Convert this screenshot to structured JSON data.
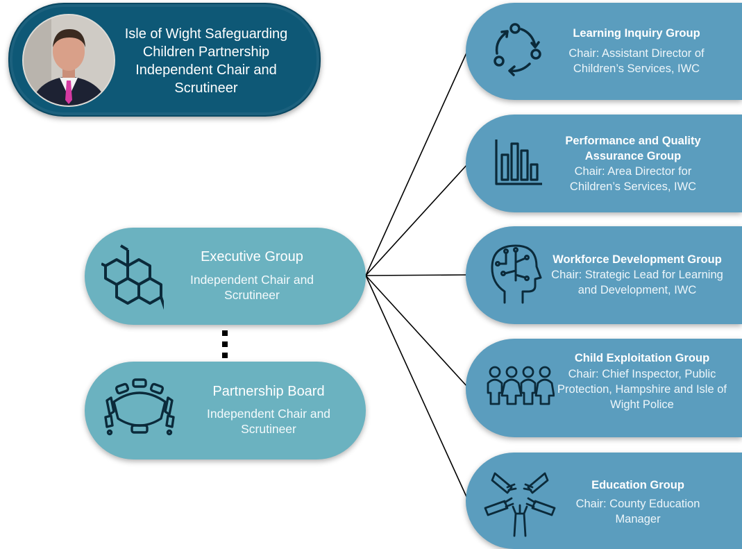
{
  "colors": {
    "chair_bg": "#0e5876",
    "teal_pill": "#6bb2c0",
    "blue_pill": "#5b9dbe",
    "icon_stroke": "#0b2a3a",
    "connector": "#000000"
  },
  "chair": {
    "title": "Isle of Wight Safeguarding Children Partnership Independent Chair and Scrutineer",
    "photo": "chair-portrait"
  },
  "executive": {
    "title": "Executive Group",
    "subtitle": "Independent Chair and Scrutineer",
    "icon": "hexagon-network-icon"
  },
  "board": {
    "title": "Partnership Board",
    "subtitle": "Independent Chair and Scrutineer",
    "icon": "boardroom-table-icon"
  },
  "groups": [
    {
      "title": "Learning Inquiry Group",
      "chair": "Chair: Assistant Director of Children’s Services, IWC",
      "icon": "cycle-arrows-icon"
    },
    {
      "title": "Performance and Quality Assurance Group",
      "chair": "Chair: Area Director for Children’s Services, IWC",
      "icon": "bar-chart-icon"
    },
    {
      "title": "Workforce Development Group",
      "chair": "Chair: Strategic Lead for Learning and Development, IWC",
      "icon": "head-circuit-icon"
    },
    {
      "title": "Child Exploitation Group",
      "chair": "Chair: Chief Inspector, Public Protection, Hampshire and Isle of Wight Police",
      "icon": "children-group-icon"
    },
    {
      "title": "Education Group",
      "chair": "Chair: County Education Manager",
      "icon": "hands-circle-icon"
    }
  ]
}
